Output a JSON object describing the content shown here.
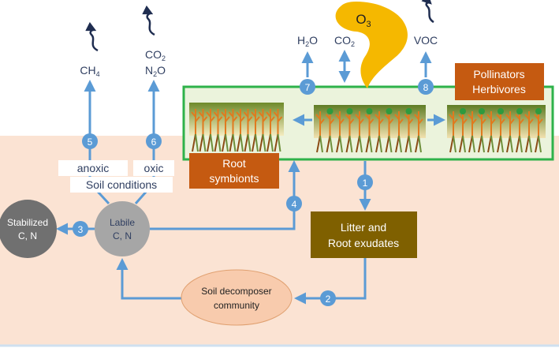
{
  "ozone": {
    "base": "O",
    "sub": "3"
  },
  "gases_top": {
    "h2o": {
      "base": "H",
      "sub": "2",
      "tail": "O"
    },
    "co2": {
      "base": "CO",
      "sub": "2"
    },
    "voc": "VOC"
  },
  "gases_left": {
    "ch4": {
      "base": "CH",
      "sub": "4"
    },
    "co2": {
      "base": "CO",
      "sub": "2"
    },
    "n2o": {
      "base": "N",
      "sub": "2",
      "tail": "O"
    }
  },
  "boxes": {
    "pollinators": [
      "Pollinators",
      "Herbivores"
    ],
    "symbionts": [
      "Root",
      "symbionts"
    ],
    "litter": [
      "Litter and",
      "Root exudates"
    ]
  },
  "soil_conditions": {
    "anoxic": "anoxic",
    "oxic": "oxic",
    "title": "Soil conditions"
  },
  "pools": {
    "stabilized": [
      "Stabilized",
      "C, N"
    ],
    "labile": [
      "Labile",
      "C, N"
    ]
  },
  "decomposer": [
    "Soil decomposer",
    "community"
  ],
  "steps": [
    "1",
    "2",
    "3",
    "4",
    "5",
    "6",
    "7",
    "8"
  ],
  "colors": {
    "soil": "#fbe3d3",
    "flow": "#5b9bd5",
    "vegetation_border": "#2eb24a",
    "orange_box": "#c55a11",
    "litter_box": "#7f6000",
    "ozone": "#f5b800",
    "stabilized": "#707070",
    "labile": "#a6a6a6",
    "decomposer": "#f8cbad"
  }
}
